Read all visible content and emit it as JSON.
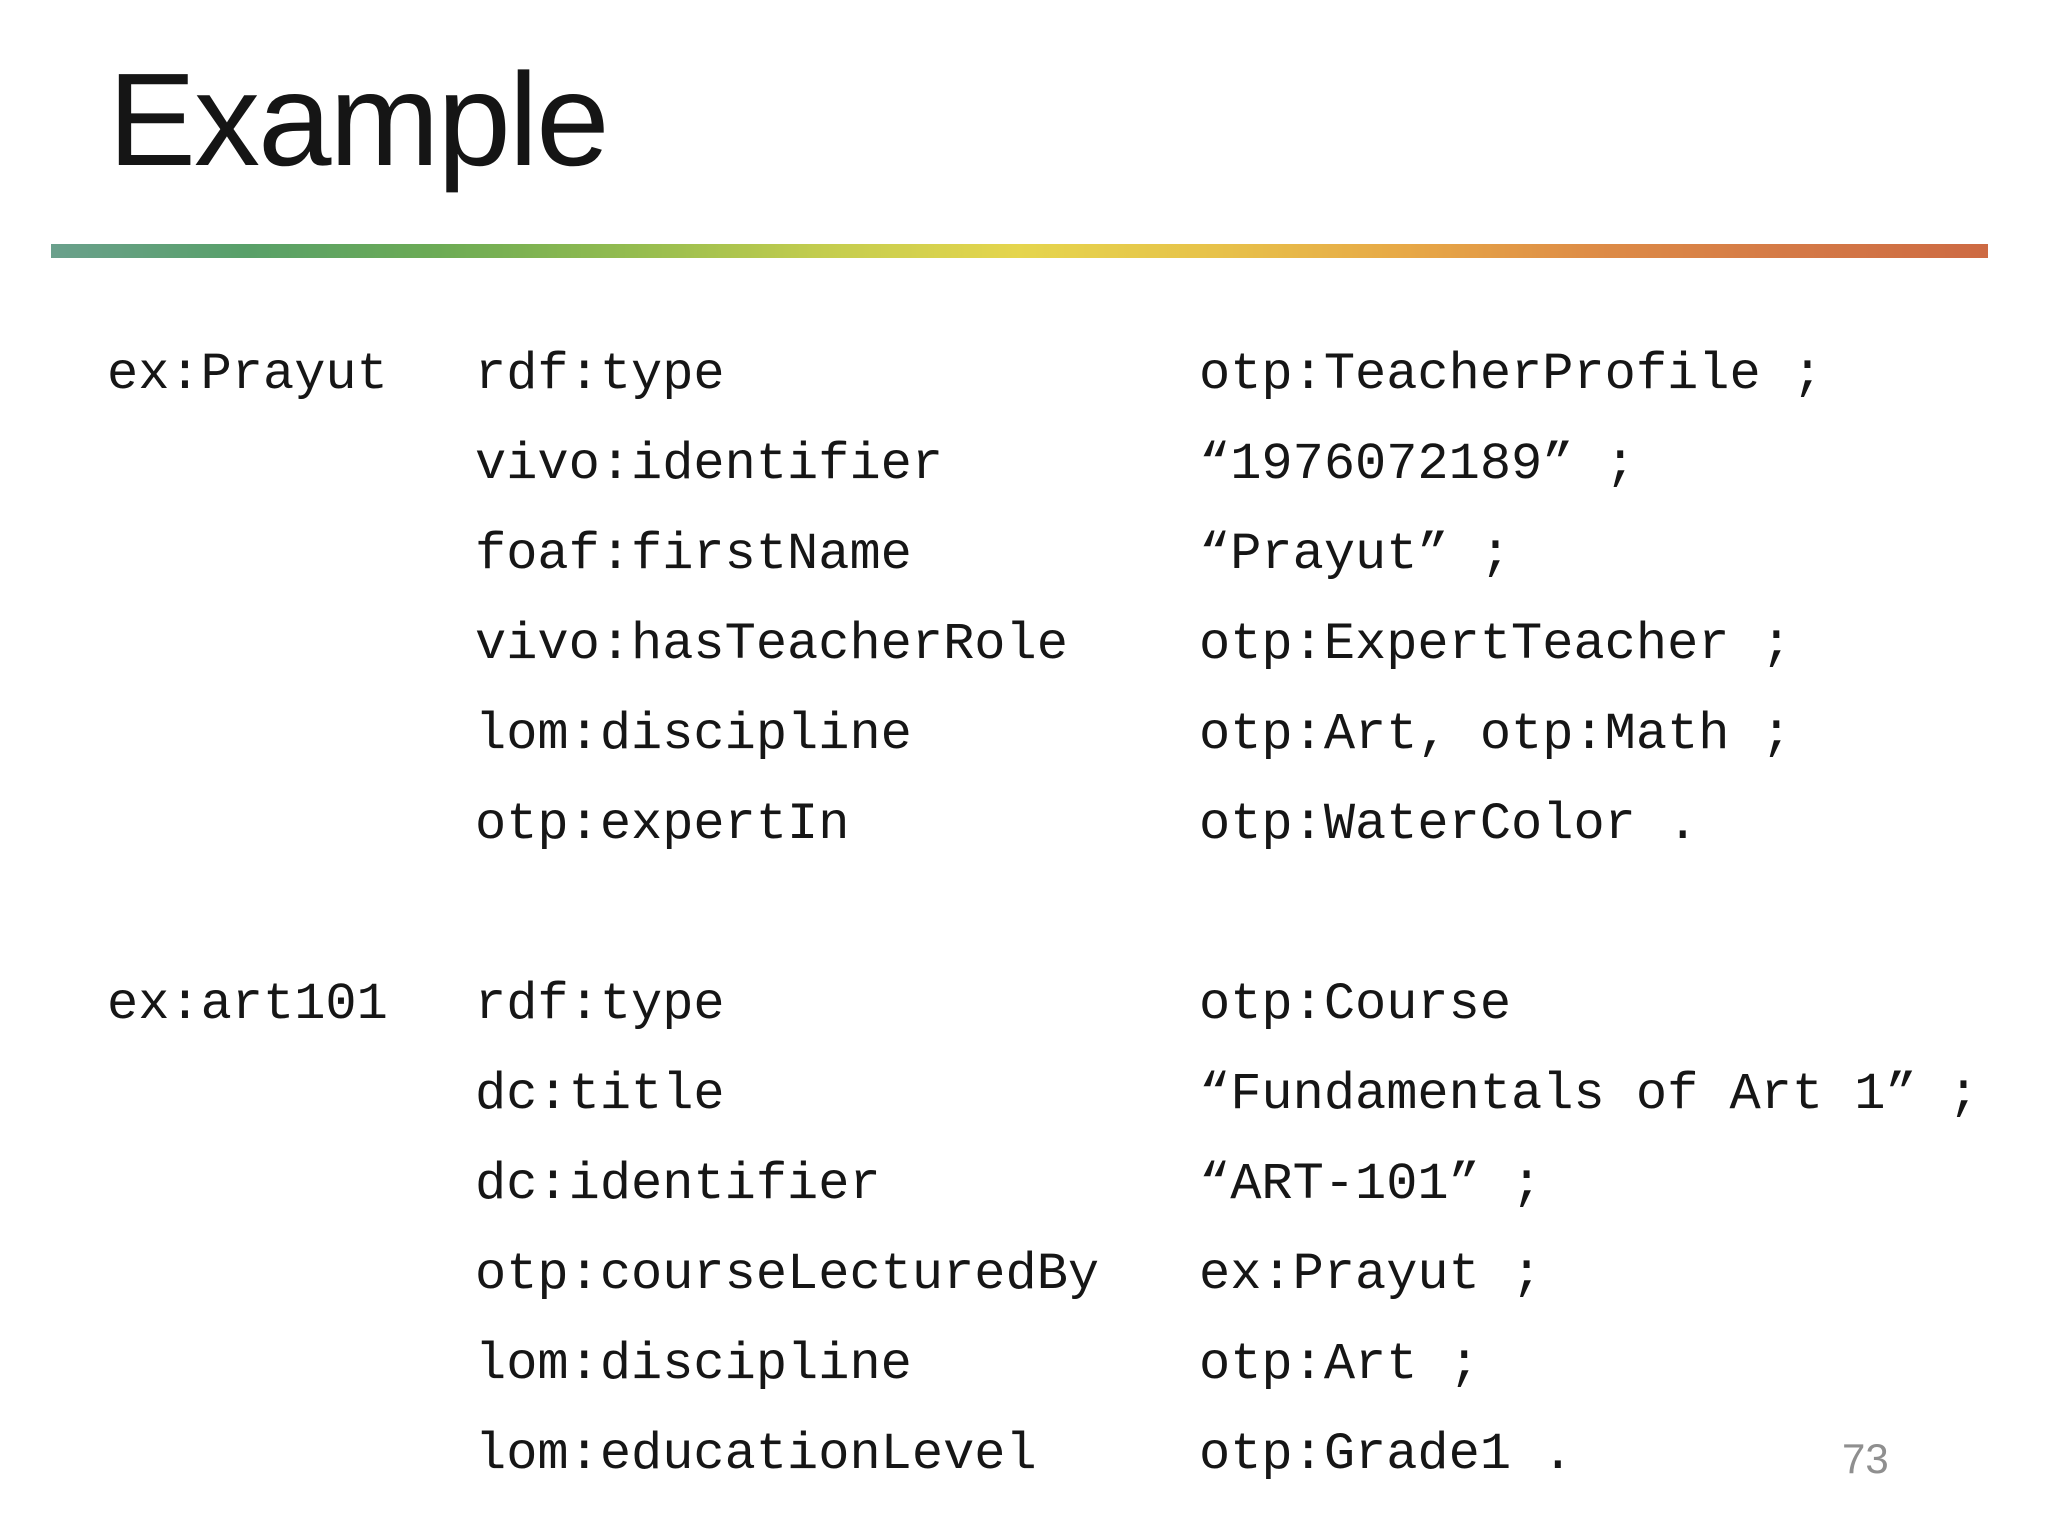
{
  "slide": {
    "title": "Example",
    "page_number": "73",
    "accent_gradient": [
      "#6aa08c",
      "#58a069",
      "#6cab55",
      "#94bc4f",
      "#c4cd4e",
      "#e5d54d",
      "#e7c24a",
      "#e7a846",
      "#dd8b46",
      "#d47946",
      "#cd6a43"
    ],
    "background_color": "#ffffff",
    "text_color": "#161616",
    "page_number_color": "#8f8f8f"
  },
  "triples": {
    "blocks": [
      {
        "subject": "ex:Prayut",
        "rows": [
          {
            "predicate": "rdf:type",
            "object": "otp:TeacherProfile ;"
          },
          {
            "predicate": "vivo:identifier",
            "object": "“1976072189” ;"
          },
          {
            "predicate": "foaf:firstName",
            "object": "“Prayut” ;"
          },
          {
            "predicate": "vivo:hasTeacherRole",
            "object": "otp:ExpertTeacher ;"
          },
          {
            "predicate": "lom:discipline",
            "object": "otp:Art, otp:Math ;"
          },
          {
            "predicate": "otp:expertIn",
            "object": "otp:WaterColor ."
          }
        ]
      },
      {
        "subject": "ex:art101",
        "rows": [
          {
            "predicate": "rdf:type",
            "object": "otp:Course"
          },
          {
            "predicate": "dc:title",
            "object": "“Fundamentals of Art 1” ;"
          },
          {
            "predicate": "dc:identifier",
            "object": "“ART-101” ;"
          },
          {
            "predicate": "otp:courseLecturedBy",
            "object": "ex:Prayut ;"
          },
          {
            "predicate": "lom:discipline",
            "object": "otp:Art ;"
          },
          {
            "predicate": "lom:educationLevel",
            "object": "otp:Grade1 ."
          }
        ]
      }
    ]
  }
}
